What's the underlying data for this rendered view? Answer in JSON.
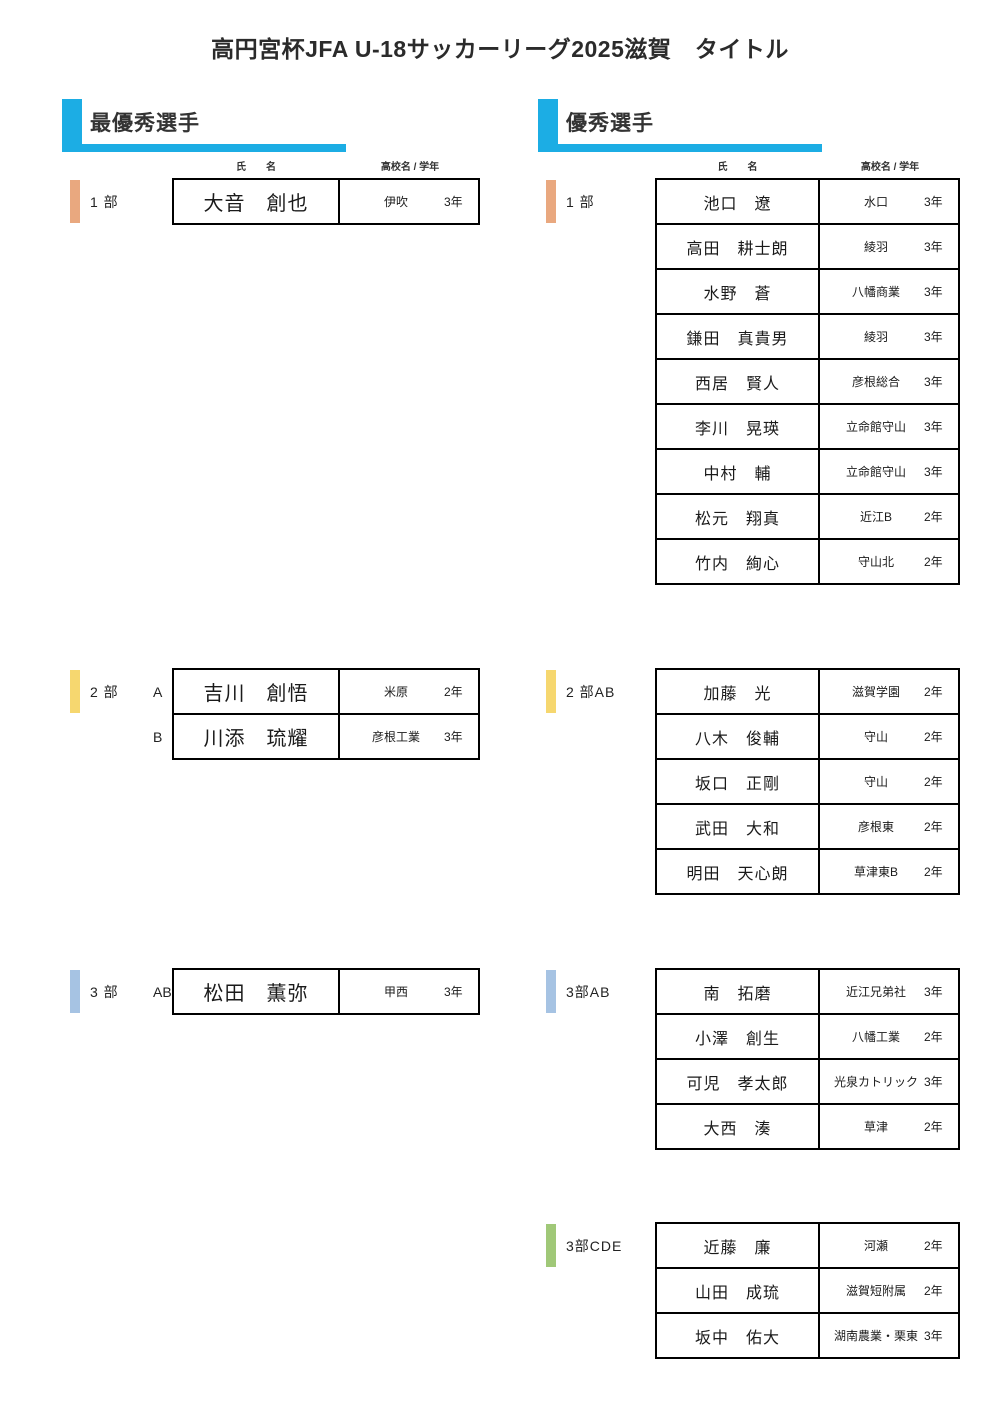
{
  "title": "高円宮杯JFA U-18サッカーリーグ2025滋賀　タイトル",
  "table_header": {
    "name": "氏　　名",
    "school": "高校名 / 学年"
  },
  "colors": {
    "accent": "#1CADE4",
    "division1": "#E9A87F",
    "division2": "#F6D76F",
    "division3ab": "#A6C3E3",
    "division3cde": "#A0C878"
  },
  "columns": {
    "left": {
      "heading": "最優秀選手",
      "sections": [
        {
          "label": "1 部",
          "color": "division1",
          "show_header": true,
          "rows": [
            {
              "group": "",
              "name": "大音　創也",
              "school": "伊吹",
              "grade": "3年"
            }
          ]
        },
        {
          "label": "2 部",
          "color": "division2",
          "show_header": false,
          "rows": [
            {
              "group": "A",
              "name": "吉川　創悟",
              "school": "米原",
              "grade": "2年"
            },
            {
              "group": "B",
              "name": "川添　琉耀",
              "school": "彦根工業",
              "grade": "3年"
            }
          ]
        },
        {
          "label": "3 部",
          "color": "division3ab",
          "show_header": false,
          "rows": [
            {
              "group": "AB",
              "name": "松田　薫弥",
              "school": "甲西",
              "grade": "3年"
            }
          ]
        }
      ]
    },
    "right": {
      "heading": "優秀選手",
      "sections": [
        {
          "label": "1 部",
          "color": "division1",
          "show_header": true,
          "rows": [
            {
              "group": "",
              "name": "池口　遼",
              "school": "水口",
              "grade": "3年"
            },
            {
              "group": "",
              "name": "高田　耕士朗",
              "school": "綾羽",
              "grade": "3年"
            },
            {
              "group": "",
              "name": "水野　蒼",
              "school": "八幡商業",
              "grade": "3年"
            },
            {
              "group": "",
              "name": "鎌田　真貴男",
              "school": "綾羽",
              "grade": "3年"
            },
            {
              "group": "",
              "name": "西居　賢人",
              "school": "彦根総合",
              "grade": "3年"
            },
            {
              "group": "",
              "name": "李川　晃瑛",
              "school": "立命館守山",
              "grade": "3年"
            },
            {
              "group": "",
              "name": "中村　輔",
              "school": "立命館守山",
              "grade": "3年"
            },
            {
              "group": "",
              "name": "松元　翔真",
              "school": "近江B",
              "grade": "2年"
            },
            {
              "group": "",
              "name": "竹内　絢心",
              "school": "守山北",
              "grade": "2年"
            }
          ]
        },
        {
          "label": "2 部AB",
          "color": "division2",
          "show_header": false,
          "rows": [
            {
              "group": "",
              "name": "加藤　光",
              "school": "滋賀学園",
              "grade": "2年"
            },
            {
              "group": "",
              "name": "八木　俊輔",
              "school": "守山",
              "grade": "2年"
            },
            {
              "group": "",
              "name": "坂口　正剛",
              "school": "守山",
              "grade": "2年"
            },
            {
              "group": "",
              "name": "武田　大和",
              "school": "彦根東",
              "grade": "2年"
            },
            {
              "group": "",
              "name": "明田　天心朗",
              "school": "草津東B",
              "grade": "2年"
            }
          ]
        },
        {
          "label": "3部AB",
          "color": "division3ab",
          "show_header": false,
          "rows": [
            {
              "group": "",
              "name": "南　拓磨",
              "school": "近江兄弟社",
              "grade": "3年"
            },
            {
              "group": "",
              "name": "小澤　創生",
              "school": "八幡工業",
              "grade": "2年"
            },
            {
              "group": "",
              "name": "可児　孝太郎",
              "school": "光泉カトリック",
              "grade": "3年"
            },
            {
              "group": "",
              "name": "大西　湊",
              "school": "草津",
              "grade": "2年"
            }
          ]
        },
        {
          "label": "3部CDE",
          "color": "division3cde",
          "show_header": false,
          "rows": [
            {
              "group": "",
              "name": "近藤　廉",
              "school": "河瀬",
              "grade": "2年"
            },
            {
              "group": "",
              "name": "山田　成琉",
              "school": "滋賀短附属",
              "grade": "2年"
            },
            {
              "group": "",
              "name": "坂中　佑大",
              "school": "湖南農業・栗東",
              "grade": "3年"
            }
          ]
        }
      ]
    }
  }
}
